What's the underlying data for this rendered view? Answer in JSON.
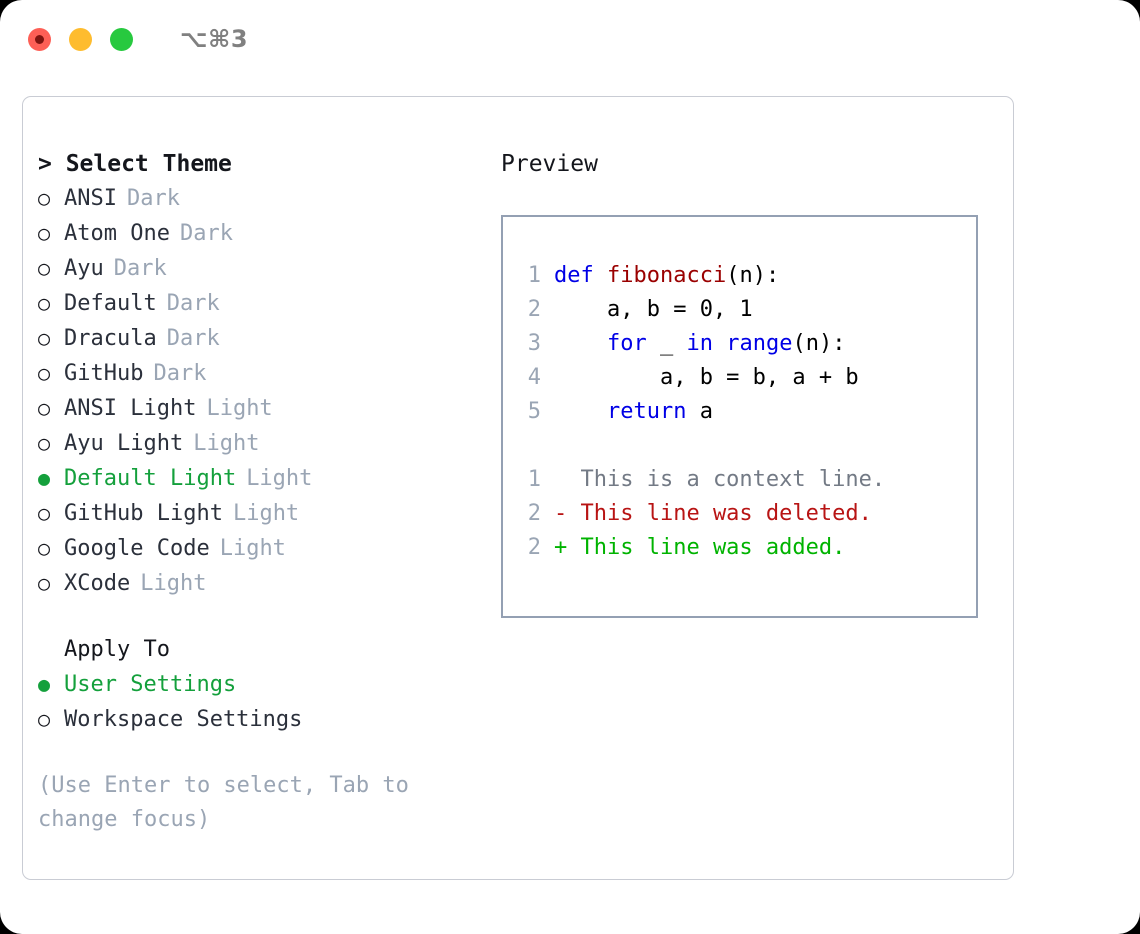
{
  "titlebar": {
    "lights": [
      {
        "name": "close",
        "color": "#fd5f56"
      },
      {
        "name": "minimize",
        "color": "#febc2e"
      },
      {
        "name": "maximize",
        "color": "#27c93f"
      }
    ],
    "shortcut": "⌥⌘3"
  },
  "left": {
    "heading": "> Select Theme",
    "themes": [
      {
        "marker": "○",
        "name": "ANSI",
        "badge": "Dark",
        "selected": false
      },
      {
        "marker": "○",
        "name": "Atom One",
        "badge": "Dark",
        "selected": false
      },
      {
        "marker": "○",
        "name": "Ayu",
        "badge": "Dark",
        "selected": false
      },
      {
        "marker": "○",
        "name": "Default",
        "badge": "Dark",
        "selected": false
      },
      {
        "marker": "○",
        "name": "Dracula",
        "badge": "Dark",
        "selected": false
      },
      {
        "marker": "○",
        "name": "GitHub",
        "badge": "Dark",
        "selected": false
      },
      {
        "marker": "○",
        "name": "ANSI Light",
        "badge": "Light",
        "selected": false
      },
      {
        "marker": "○",
        "name": "Ayu Light",
        "badge": "Light",
        "selected": false
      },
      {
        "marker": "●",
        "name": "Default Light",
        "badge": "Light",
        "selected": true
      },
      {
        "marker": "○",
        "name": "GitHub Light",
        "badge": "Light",
        "selected": false
      },
      {
        "marker": "○",
        "name": "Google Code",
        "badge": "Light",
        "selected": false
      },
      {
        "marker": "○",
        "name": "XCode",
        "badge": "Light",
        "selected": false
      }
    ],
    "apply_heading": "Apply To",
    "apply_options": [
      {
        "marker": "●",
        "name": "User Settings",
        "selected": true
      },
      {
        "marker": "○",
        "name": "Workspace Settings",
        "selected": false
      }
    ],
    "hint": "(Use Enter to select, Tab to change focus)"
  },
  "right": {
    "preview_title": "Preview",
    "code_lines": [
      {
        "num": "1",
        "tokens": [
          {
            "t": "def",
            "c": "kw"
          },
          {
            "t": " ",
            "c": "pl"
          },
          {
            "t": "fibonacci",
            "c": "fn"
          },
          {
            "t": "(n):",
            "c": "pl"
          }
        ]
      },
      {
        "num": "2",
        "tokens": [
          {
            "t": "    a, b = 0, 1",
            "c": "pl"
          }
        ]
      },
      {
        "num": "3",
        "tokens": [
          {
            "t": "    ",
            "c": "pl"
          },
          {
            "t": "for",
            "c": "kw"
          },
          {
            "t": " _ ",
            "c": "pl"
          },
          {
            "t": "in",
            "c": "kw"
          },
          {
            "t": " ",
            "c": "pl"
          },
          {
            "t": "range",
            "c": "bi"
          },
          {
            "t": "(n):",
            "c": "pl"
          }
        ]
      },
      {
        "num": "4",
        "tokens": [
          {
            "t": "        a, b = b, a + b",
            "c": "pl"
          }
        ]
      },
      {
        "num": "5",
        "tokens": [
          {
            "t": "    ",
            "c": "pl"
          },
          {
            "t": "return",
            "c": "kw"
          },
          {
            "t": " a",
            "c": "pl"
          }
        ]
      }
    ],
    "diff_lines": [
      {
        "num": "1",
        "text": "  This is a context line.",
        "kind": "ctx"
      },
      {
        "num": "2",
        "text": "- This line was deleted.",
        "kind": "del"
      },
      {
        "num": "2",
        "text": "+ This line was added.",
        "kind": "add"
      }
    ]
  },
  "colors": {
    "accent_green": "#14a03c",
    "muted": "#9aa5b4",
    "keyword": "#0000e6",
    "function": "#9a0000",
    "diff_add": "#00b300",
    "diff_del": "#b81414",
    "panel_border": "#94a0b3",
    "dialog_border": "#c9ccd4"
  }
}
